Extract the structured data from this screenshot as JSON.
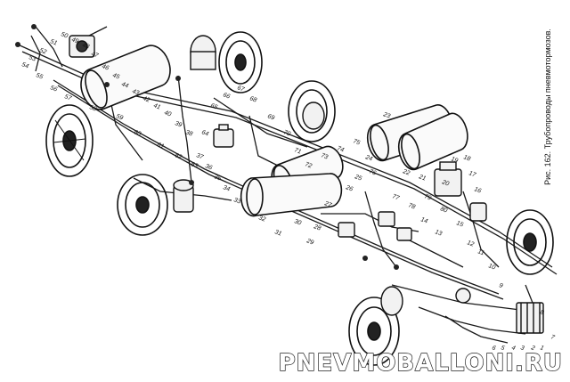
{
  "caption": "Рис. 162. Трубопроводы пневмотормозов.",
  "watermark": "PNEVMOBALLONI.RU",
  "callouts": [
    "1",
    "2",
    "3",
    "4",
    "5",
    "6",
    "7",
    "8",
    "9",
    "10",
    "11",
    "12",
    "13",
    "14",
    "15",
    "16",
    "17",
    "18",
    "19",
    "20",
    "21",
    "22",
    "23",
    "24",
    "25",
    "26",
    "27",
    "28",
    "29",
    "30",
    "31",
    "32",
    "33",
    "34",
    "35",
    "36",
    "37",
    "38",
    "39",
    "40",
    "41",
    "42",
    "43",
    "44",
    "45",
    "46",
    "47",
    "48",
    "49",
    "50",
    "51",
    "52",
    "53",
    "54",
    "55",
    "56",
    "57",
    "58",
    "59",
    "60",
    "61",
    "62",
    "63",
    "64",
    "65",
    "66",
    "67",
    "68",
    "69",
    "70",
    "71",
    "72",
    "73",
    "74",
    "75",
    "76",
    "77",
    "78",
    "79",
    "80"
  ]
}
